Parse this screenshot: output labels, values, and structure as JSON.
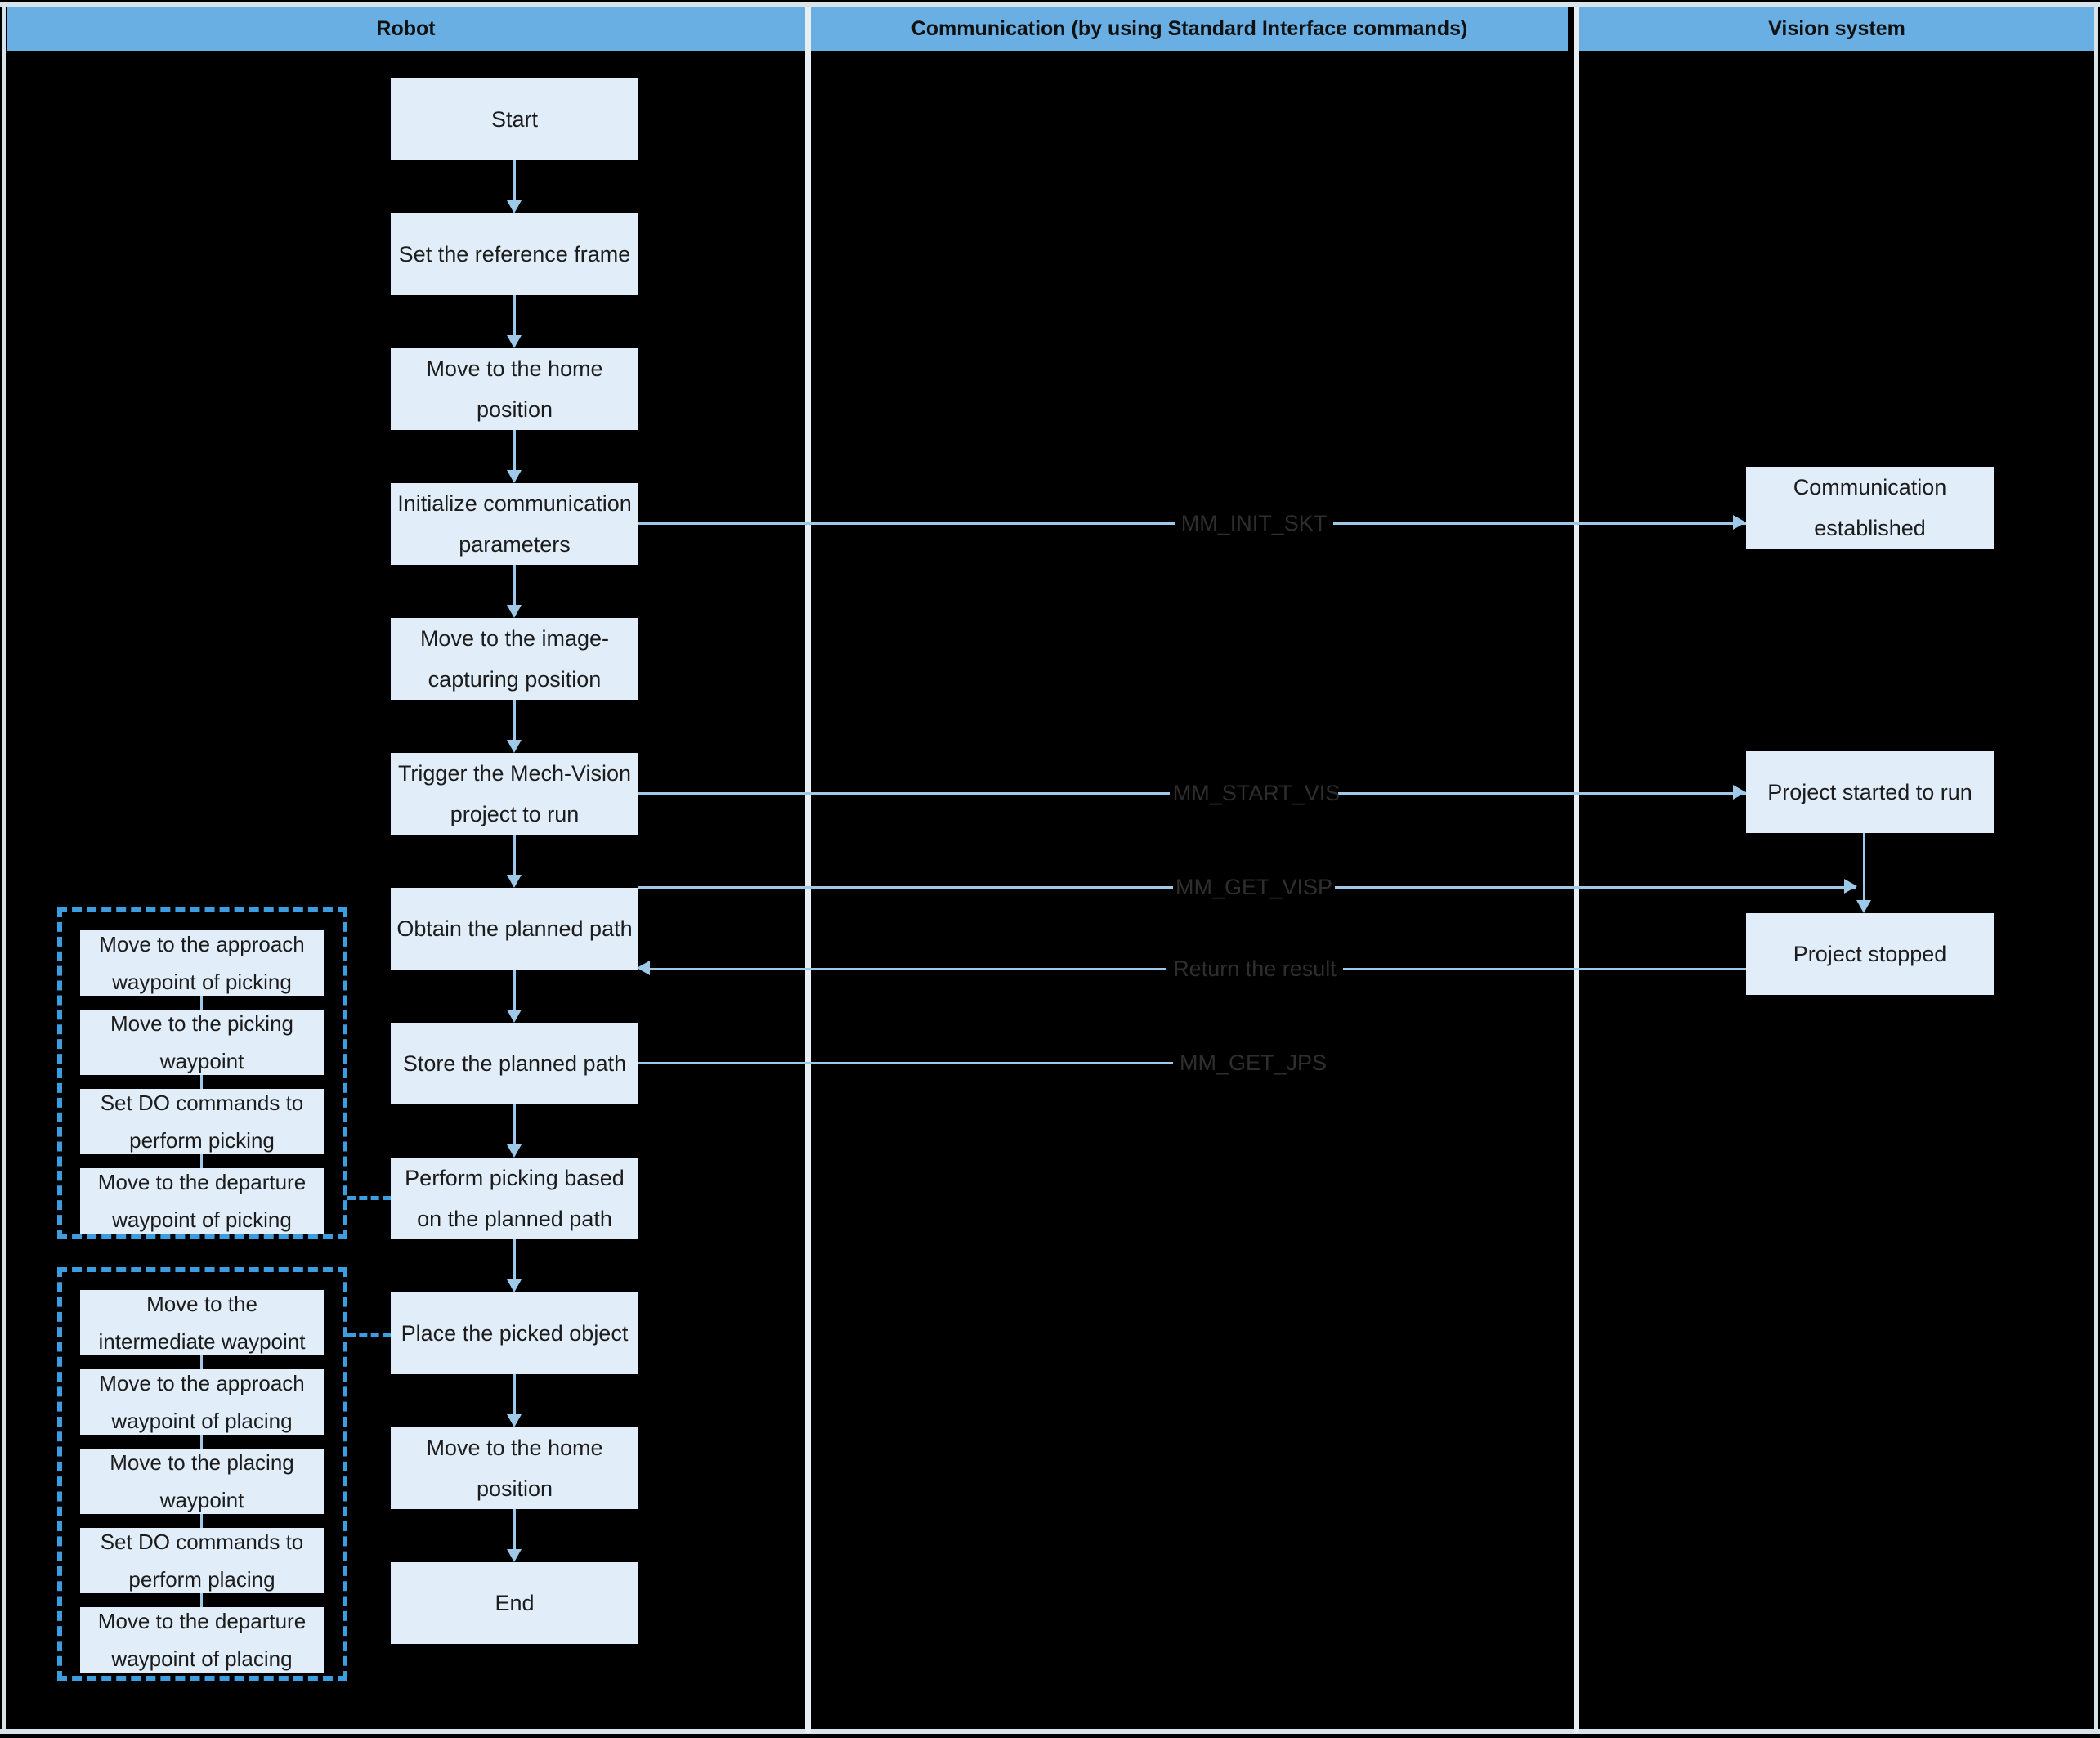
{
  "lanes": [
    {
      "id": "robot",
      "title": "Robot"
    },
    {
      "id": "communication",
      "title": "Communication (by using Standard Interface commands)"
    },
    {
      "id": "vision",
      "title": "Vision system"
    }
  ],
  "robot_flow": [
    {
      "id": "start",
      "label": "Start"
    },
    {
      "id": "set-reference-frame",
      "label": "Set the reference frame"
    },
    {
      "id": "move-home-1",
      "label": "Move to the home position"
    },
    {
      "id": "init-communication",
      "label": "Initialize communication parameters"
    },
    {
      "id": "move-image-capture",
      "label": "Move to the image-capturing position"
    },
    {
      "id": "trigger-project",
      "label": "Trigger the Mech-Vision project to run"
    },
    {
      "id": "obtain-planned-path",
      "label": "Obtain the planned path"
    },
    {
      "id": "store-planned-path",
      "label": "Store the planned path"
    },
    {
      "id": "perform-picking",
      "label": "Perform picking based on the planned path"
    },
    {
      "id": "place-object",
      "label": "Place the picked object"
    },
    {
      "id": "move-home-2",
      "label": "Move to the home position"
    },
    {
      "id": "end",
      "label": "End"
    }
  ],
  "picking_group": {
    "title": "",
    "steps": [
      {
        "id": "approach-wp-picking",
        "label": "Move to the approach waypoint of picking"
      },
      {
        "id": "picking-wp",
        "label": "Move to the picking waypoint"
      },
      {
        "id": "do-perform-picking",
        "label": "Set DO commands to perform picking"
      },
      {
        "id": "departure-wp-picking",
        "label": "Move to the departure waypoint of picking"
      }
    ]
  },
  "placing_group": {
    "title": "",
    "steps": [
      {
        "id": "intermediate-wp",
        "label": "Move to the intermediate waypoint"
      },
      {
        "id": "approach-wp-placing",
        "label": "Move to the approach waypoint of placing"
      },
      {
        "id": "placing-wp",
        "label": "Move to the placing waypoint"
      },
      {
        "id": "do-perform-placing",
        "label": "Set DO commands to perform placing"
      },
      {
        "id": "departure-wp-placing",
        "label": "Move to the departure waypoint of placing"
      }
    ]
  },
  "messages": [
    {
      "id": "mm-init-skt",
      "label": "MM_INIT_SKT"
    },
    {
      "id": "mm-start-vis",
      "label": "MM_START_VIS"
    },
    {
      "id": "mm-get-visp",
      "label": "MM_GET_VISP"
    },
    {
      "id": "return-the-result",
      "label": "Return the result"
    },
    {
      "id": "mm-get-jps",
      "label": "MM_GET_JPS"
    }
  ],
  "vision_flow": [
    {
      "id": "communication-established",
      "label": "Communication established"
    },
    {
      "id": "project-started",
      "label": "Project started to run"
    },
    {
      "id": "project-stopped",
      "label": "Project stopped"
    }
  ],
  "colors": {
    "lane_header": "#69AFE3",
    "node_fill": "#E1EDF8",
    "connector": "#9FC9E8",
    "group_border": "#3C9DE0",
    "background": "#000000",
    "frame": "#D9E3EA"
  }
}
